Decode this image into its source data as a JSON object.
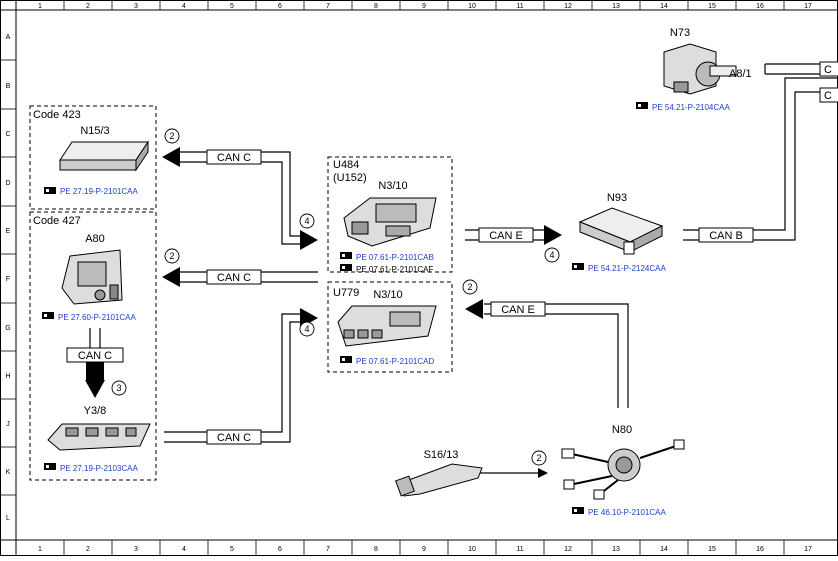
{
  "grid": {
    "columns": [
      "1",
      "2",
      "3",
      "4",
      "5",
      "6",
      "7",
      "8",
      "9",
      "10",
      "11",
      "12",
      "13",
      "14",
      "15",
      "16",
      "17"
    ],
    "rows": [
      "A",
      "B",
      "C",
      "D",
      "E",
      "F",
      "G",
      "H",
      "J",
      "K",
      "L"
    ]
  },
  "groups": {
    "code423": "Code 423",
    "code427": "Code 427",
    "u484": "U484",
    "u152": "(U152)",
    "u779": "U779"
  },
  "components": {
    "n15_3": {
      "label": "N15/3",
      "ref": "PE 27.19-P-2101CAA"
    },
    "a80": {
      "label": "A80",
      "ref": "PE 27.60-P-2101CAA"
    },
    "y3_8": {
      "label": "Y3/8",
      "ref": "PE 27.19-P-2103CAA"
    },
    "n3_10_upper": {
      "label": "N3/10",
      "ref1": "PE 07.61-P-2101CAB",
      "ref2": "PE 07.61-P-2101CAF"
    },
    "n3_10_lower": {
      "label": "N3/10",
      "ref": "PE 07.61-P-2101CAD"
    },
    "n93": {
      "label": "N93",
      "ref": "PE 54.21-P-2124CAA"
    },
    "n73": {
      "label": "N73",
      "sub": "A8/1",
      "ref": "PE 54.21-P-2104CAA"
    },
    "n80": {
      "label": "N80",
      "ref": "PE 46.10-P-2101CAA"
    },
    "s16_13": {
      "label": "S16/13"
    }
  },
  "buses": {
    "can_c_1": "CAN C",
    "can_c_2": "CAN C",
    "can_c_3": "CAN C",
    "can_c_4": "CAN C",
    "can_e_1": "CAN E",
    "can_e_2": "CAN E",
    "can_b": "CAN B"
  },
  "markers": {
    "m1": "2",
    "m2": "4",
    "m3": "2",
    "m4": "4",
    "m5": "3",
    "m6": "4",
    "m7": "2",
    "m8": "2"
  },
  "connectors": {
    "c1": "C",
    "c2": "C"
  }
}
